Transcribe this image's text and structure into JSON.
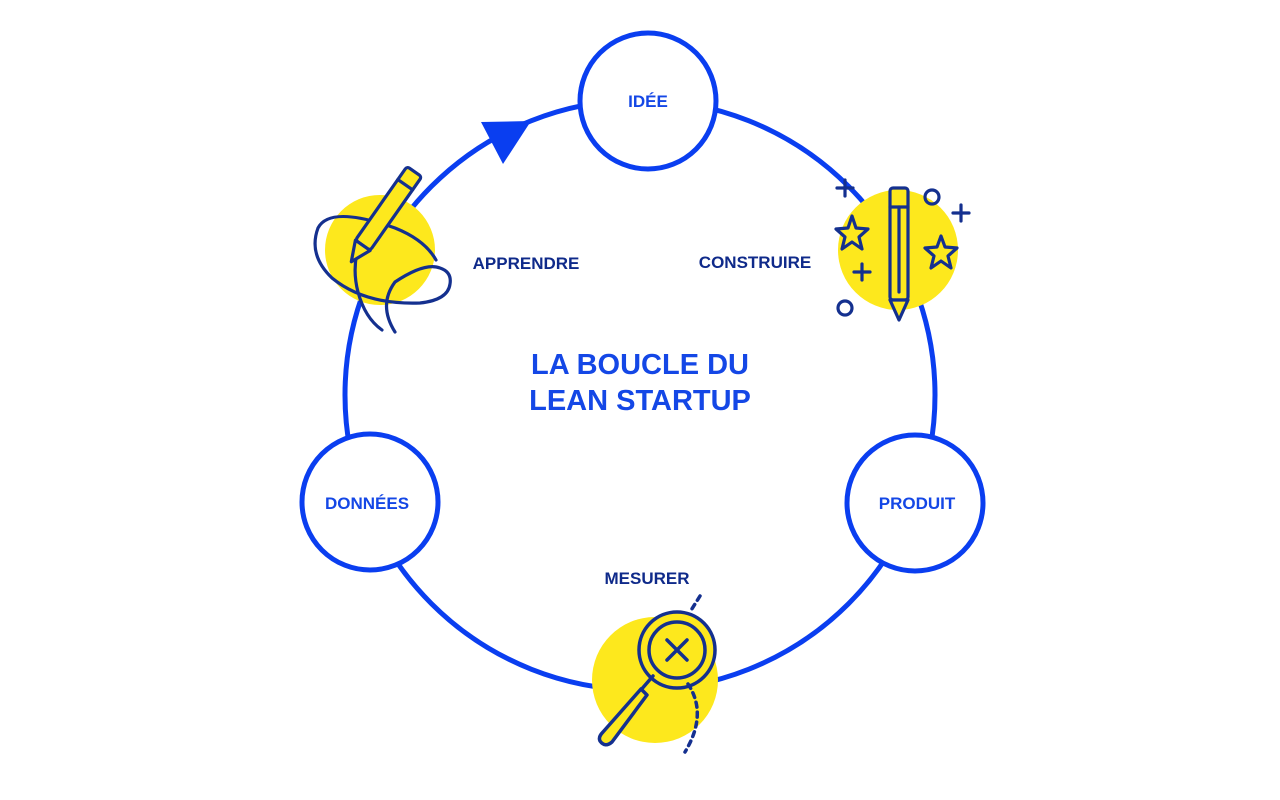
{
  "title": {
    "line1": "LA BOUCLE DU",
    "line2": "LEAN STARTUP"
  },
  "nodes": {
    "idee": "IDÉE",
    "produit": "PRODUIT",
    "donnees": "DONNÉES"
  },
  "steps": {
    "construire": "CONSTRUIRE",
    "mesurer": "MESURER",
    "apprendre": "APPRENDRE"
  },
  "colors": {
    "loop": "#0a3ef0",
    "node_text": "#1447e6",
    "step_text": "#0f2a8a",
    "icon_stroke": "#14308f",
    "highlight": "#fde81d",
    "background": "#ffffff"
  },
  "icons": {
    "construire": "pencil-stars-icon",
    "mesurer": "magnifier-icon",
    "apprendre": "pencil-scribble-icon",
    "direction": "arrow-triangle-icon"
  }
}
